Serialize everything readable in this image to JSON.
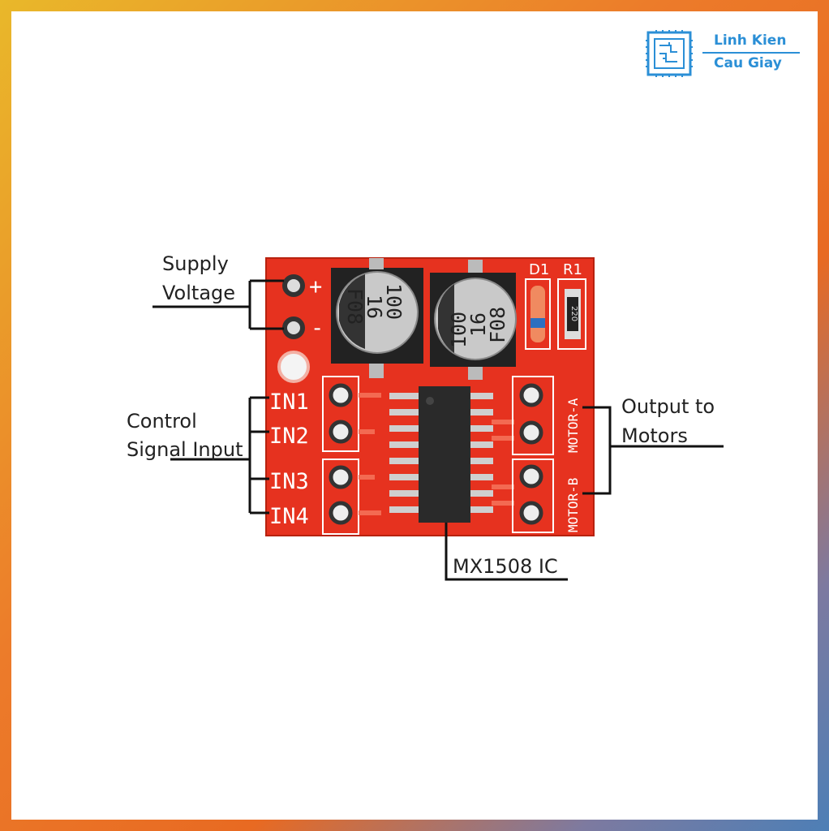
{
  "brand": {
    "line1": "Linh Kien",
    "line2": "Cau Giay",
    "logo_icon": "circuit-chip-icon",
    "color": "#2b8fd6"
  },
  "annotations": {
    "supply": [
      "Supply",
      "Voltage"
    ],
    "control": [
      "Control",
      "Signal Input"
    ],
    "output": [
      "Output to",
      "Motors"
    ],
    "ic": "MX1508 IC"
  },
  "board": {
    "color": "#e6321f",
    "power_pins": {
      "plus": "+",
      "minus": "-"
    },
    "input_pins": [
      "IN1",
      "IN2",
      "IN3",
      "IN4"
    ],
    "motor_labels": [
      "MOTOR-A",
      "MOTOR-B"
    ],
    "component_labels": [
      "D1",
      "R1"
    ],
    "capacitor_left": [
      "100",
      "16",
      "F08"
    ],
    "capacitor_right": [
      "100",
      "16",
      "F08"
    ],
    "resistor_code": "220"
  }
}
